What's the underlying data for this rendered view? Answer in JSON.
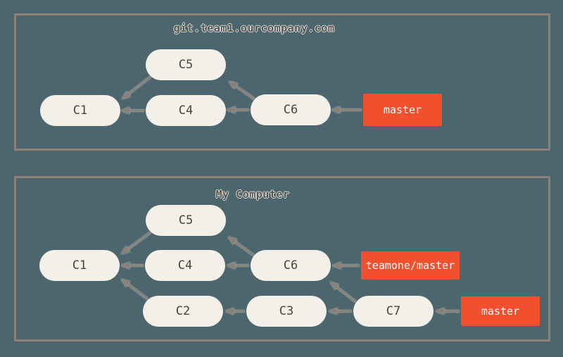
{
  "diagram_title": "Git remote-branch merge diagram",
  "colors": {
    "background": "#4d666e",
    "panel_border": "#8b8178",
    "commit_fill": "#f3f0e9",
    "commit_text": "#4a4438",
    "branch_fill": "#f1502f",
    "branch_text": "#ffffff",
    "arrow": "#8a8076",
    "title_text": "#57514b"
  },
  "remote": {
    "title": "git.team1.ourcompany.com",
    "nodes": {
      "c1": "C1",
      "c4": "C4",
      "c5": "C5",
      "c6": "C6"
    },
    "branch_master": "master",
    "edges": [
      {
        "from": "C5",
        "to": "C1"
      },
      {
        "from": "C4",
        "to": "C1"
      },
      {
        "from": "C6",
        "to": "C4"
      },
      {
        "from": "C6",
        "to": "C5"
      },
      {
        "from": "master",
        "to": "C6"
      }
    ]
  },
  "local": {
    "title": "My Computer",
    "nodes": {
      "c1": "C1",
      "c2": "C2",
      "c3": "C3",
      "c4": "C4",
      "c5": "C5",
      "c6": "C6",
      "c7": "C7"
    },
    "branch_teamone": "teamone/master",
    "branch_master": "master",
    "edges": [
      {
        "from": "C5",
        "to": "C1"
      },
      {
        "from": "C4",
        "to": "C1"
      },
      {
        "from": "C6",
        "to": "C4"
      },
      {
        "from": "C6",
        "to": "C5"
      },
      {
        "from": "C2",
        "to": "C1"
      },
      {
        "from": "C3",
        "to": "C2"
      },
      {
        "from": "C7",
        "to": "C3"
      },
      {
        "from": "C7",
        "to": "C6"
      },
      {
        "from": "teamone/master",
        "to": "C6"
      },
      {
        "from": "master",
        "to": "C7"
      }
    ]
  }
}
